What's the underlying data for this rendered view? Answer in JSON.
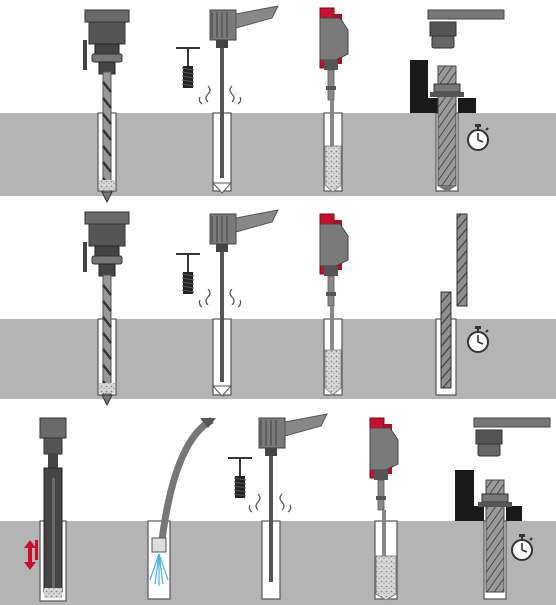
{
  "title": "",
  "rows": [
    {
      "steps": [
        "drill",
        "blow-clean",
        "inject",
        "insert-anchor-rod-torque"
      ]
    },
    {
      "steps": [
        "drill",
        "blow-clean",
        "inject",
        "insert-rebar-cure"
      ]
    },
    {
      "steps": [
        "hollow-drill-with-vacuum",
        "flush-water",
        "blow-clean",
        "inject",
        "insert-anchor-rod-torque"
      ]
    }
  ],
  "colors": {
    "concrete": "#b4b4b4",
    "tool_dark": "#555555",
    "tool_mid": "#6e6e6e",
    "tool_light": "#8c8c8c",
    "gun_red": "#c8102e",
    "plate_black": "#1a1a1a",
    "water_blue": "#4ab3e8",
    "hole_fill": "#ffffff"
  },
  "icons": [
    "drill-icon",
    "air-blower-icon",
    "brush-icon",
    "dispenser-icon",
    "anchor-rod-icon",
    "rebar-icon",
    "stopwatch-icon",
    "wrench-icon",
    "water-hose-icon",
    "vacuum-arrows-icon"
  ]
}
